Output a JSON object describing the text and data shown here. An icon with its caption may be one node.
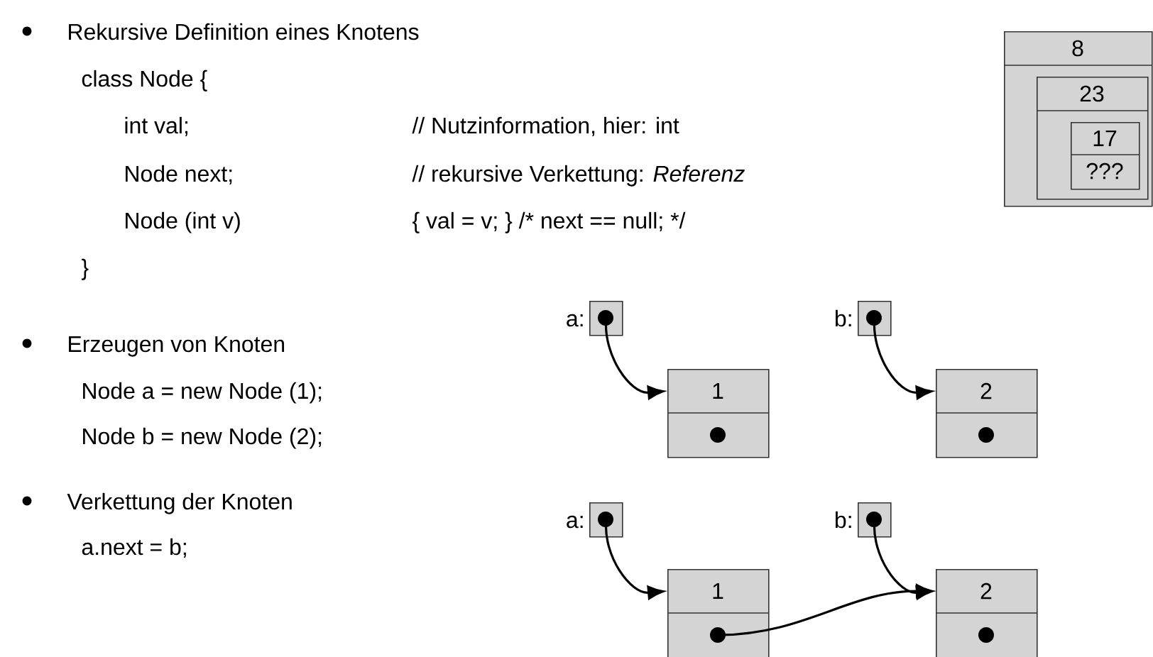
{
  "diagram": {
    "nodes": [
      {
        "text": [
          "8"
        ]
      },
      {
        "text": [
          "23"
        ],
        "in": 0
      },
      {
        "text": [
          "17",
          "???"
        ],
        "in": 1
      },
      {
        "text": [],
        "shape": "box",
        "beside": [
          "a:"
        ]
      },
      {
        "text": [
          "1"
        ]
      },
      {
        "text": [],
        "shape": "box",
        "beside": [
          "b:"
        ]
      },
      {
        "text": [
          "2"
        ]
      },
      {
        "text": [],
        "shape": "box",
        "beside": [
          "a:"
        ]
      },
      {
        "text": [
          "1"
        ]
      },
      {
        "text": [],
        "shape": "box",
        "beside": [
          "b:"
        ]
      },
      {
        "text": [
          "2"
        ]
      }
    ],
    "edges": [
      {
        "from": 3,
        "to": 4,
        "arrow": "to"
      },
      {
        "from": 5,
        "to": 6,
        "arrow": "to"
      },
      {
        "from": 7,
        "to": 8,
        "arrow": "to"
      },
      {
        "from": 9,
        "to": 10,
        "arrow": "to"
      },
      {
        "from": 8,
        "to": 10,
        "arrow": "to"
      }
    ],
    "labels": [
      "Rekursive Definition eines Knotens",
      "class Node {",
      "int val;",
      "// Nutzinformation, hier: int",
      "Node next;",
      "// rekursive Verkettung: *Referenz*",
      "Node (int v)",
      "{ val = v; } /* next == null; */",
      "}",
      "Erzeugen von Knoten",
      "Node a = new Node (1);",
      "Node b = new Node (2);",
      "Verkettung der Knoten",
      "a.next = b;"
    ]
  }
}
